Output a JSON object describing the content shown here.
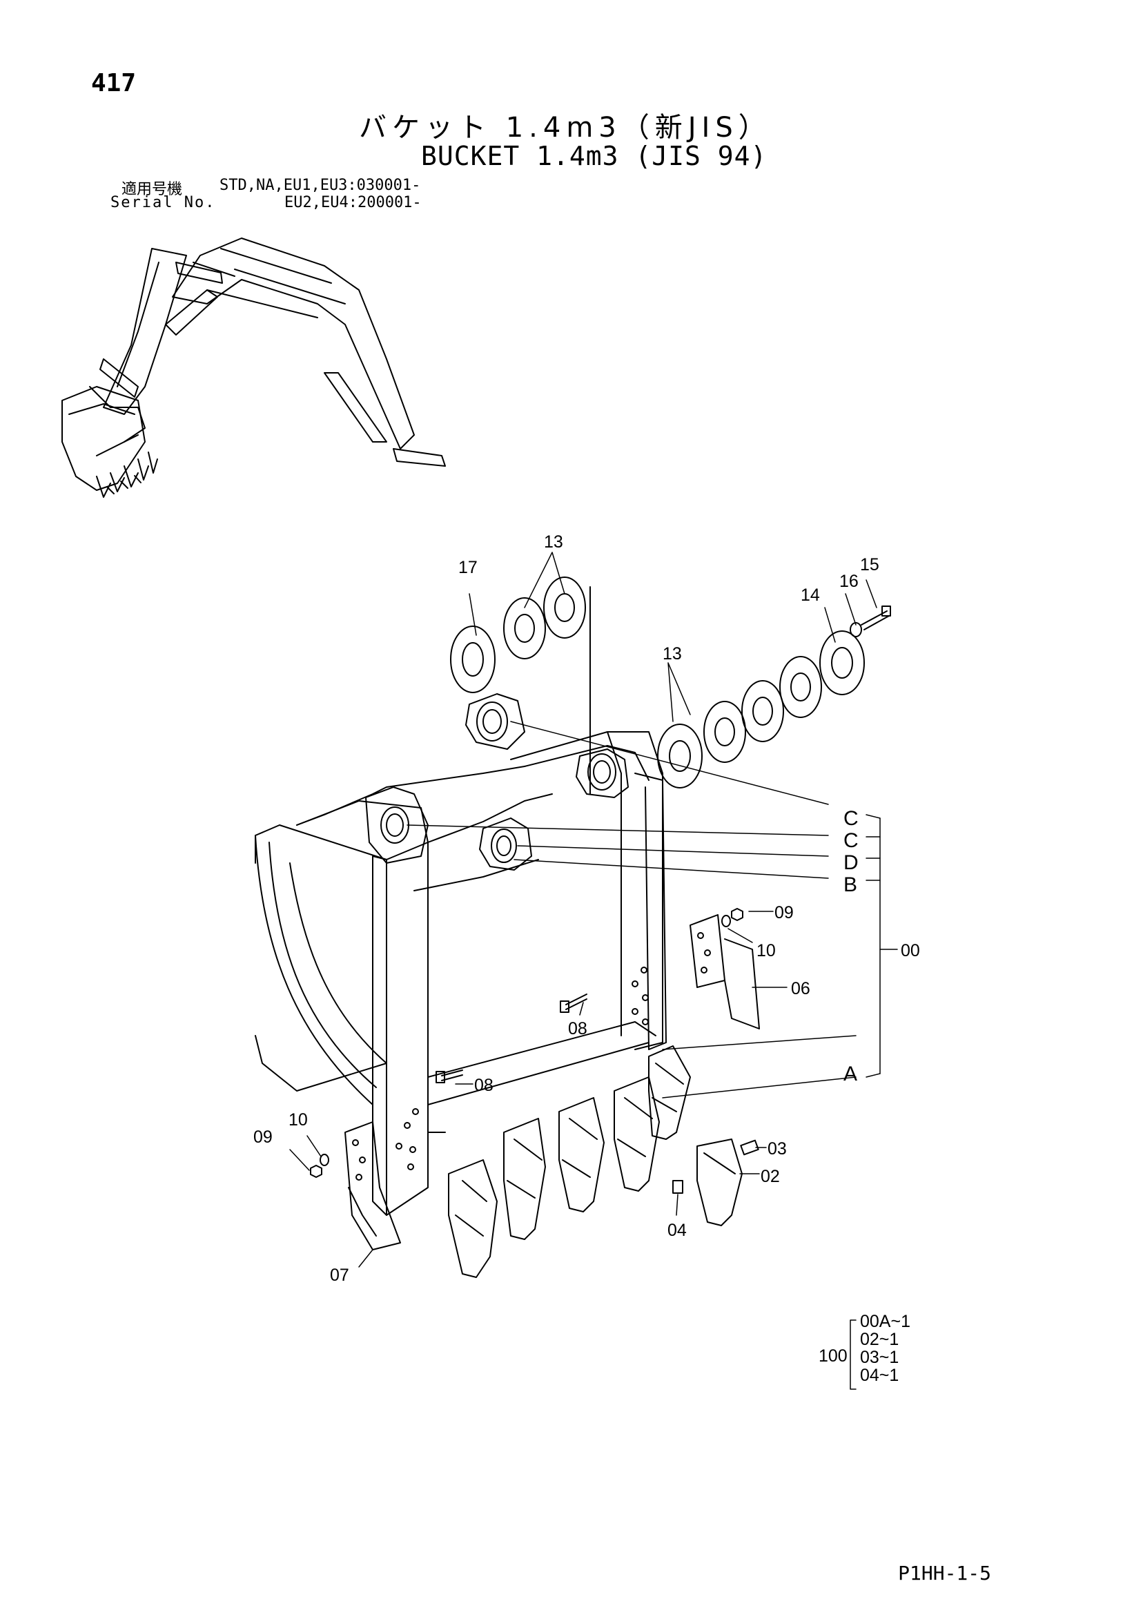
{
  "page": {
    "number": "417",
    "title_ja": "バケット 1.4m3（新JIS）",
    "title_en": "BUCKET 1.4m3 (JIS 94)",
    "serial_label_ja": "適用号機",
    "serial_label_en": "Serial No.",
    "serial_line_1": "STD,NA,EU1,EU3:030001-",
    "serial_line_2": "EU2,EU4:200001-",
    "footer_code": "P1HH-1-5"
  },
  "callouts": {
    "c13_top": "13",
    "c17": "17",
    "c16": "16",
    "c15": "15",
    "c14": "14",
    "c13_mid": "13",
    "cC1": "C",
    "cC2": "C",
    "cD": "D",
    "cB": "B",
    "c00": "00",
    "cA": "A",
    "c09_right": "09",
    "c10_right": "10",
    "c06": "06",
    "c08_mid": "08",
    "c08_left": "08",
    "c09_left": "09",
    "c10_left": "10",
    "c07": "07",
    "c03": "03",
    "c02": "02",
    "c04": "04"
  },
  "kit": {
    "number": "100",
    "items": [
      "00A~1",
      "02~1",
      "03~1",
      "04~1"
    ]
  }
}
